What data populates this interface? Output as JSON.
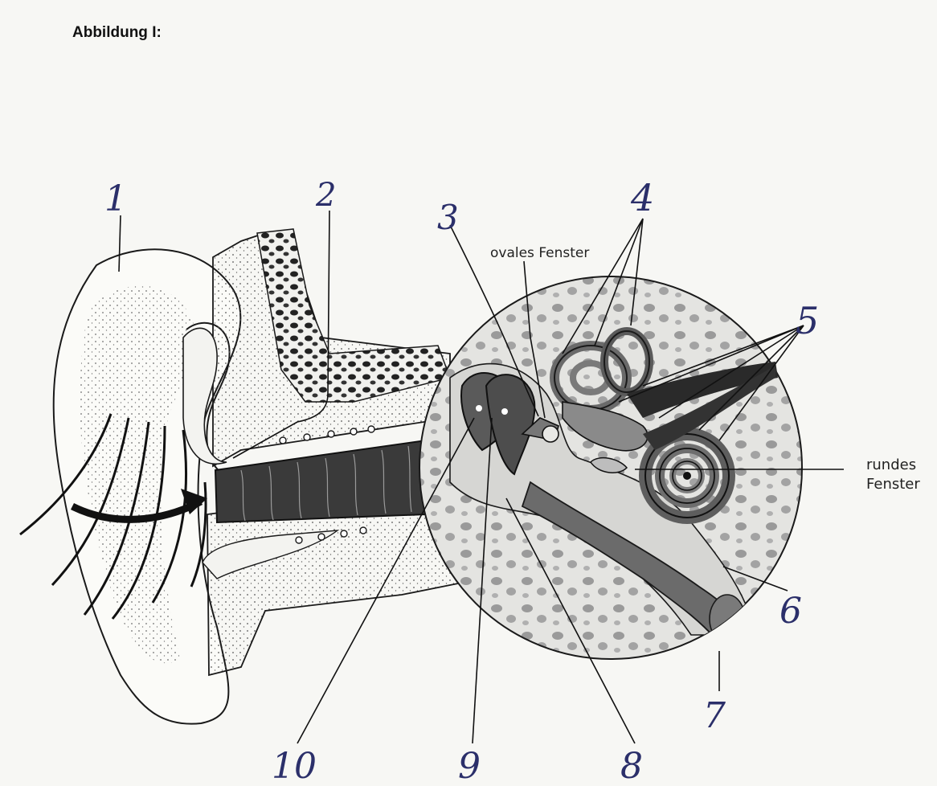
{
  "figure_title": "Abbildung I:",
  "labels": {
    "l1": "1",
    "l2": "2",
    "l3": "3",
    "l4": "4",
    "l5": "5",
    "l6": "6",
    "l7": "7",
    "l8": "8",
    "l9": "9",
    "l10": "10"
  },
  "annotations": {
    "oval_window": "ovales Fenster",
    "round_window_line1": "rundes",
    "round_window_line2": "Fenster"
  },
  "colors": {
    "ink": "#1a1a1a",
    "handwriting": "#2b2f6a",
    "dark_tissue": "#3a3a3a",
    "mid_tissue": "#6b6b6b",
    "light_tissue": "#cfcfcf",
    "paper": "#f7f7f4"
  }
}
